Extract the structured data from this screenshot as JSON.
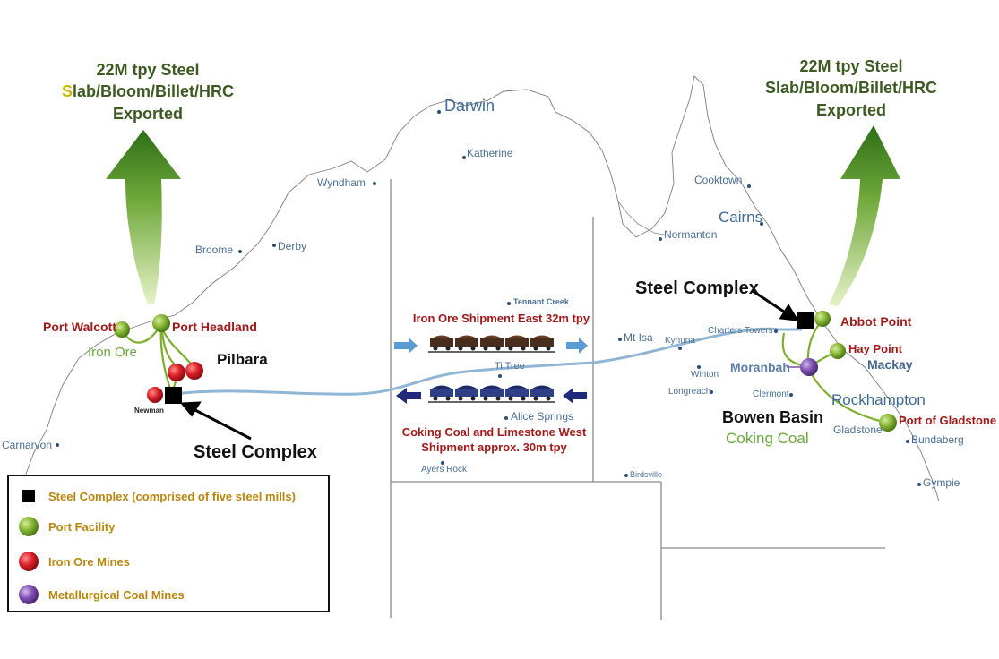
{
  "exports": {
    "west": {
      "line1": "22M tpy Steel",
      "line2_lead": "S",
      "line2_rest": "lab/Bloom/Billet/HRC",
      "line3": "Exported"
    },
    "east": {
      "line1": "22M tpy Steel",
      "line2": "Slab/Bloom/Billet/HRC",
      "line3": "Exported"
    }
  },
  "places": {
    "darwin": "Darwin",
    "katherine": "Katherine",
    "wyndham": "Wyndham",
    "broome": "Broome",
    "derby": "Derby",
    "carnarvon": "Carnarvon",
    "cooktown": "Cooktown",
    "cairns": "Cairns",
    "normanton": "Normanton",
    "tennant_creek": "Tennant Creek",
    "mt_isa": "Mt Isa",
    "kynuna": "Kynuna",
    "charters_towers": "Charters Towers",
    "winton": "Winton",
    "longreach": "Longreach",
    "clermont": "Clermont",
    "ti_tree": "Ti Tree",
    "alice_springs": "Alice Springs",
    "ayers_rock": "Ayers Rock",
    "birdsville": "Birdsville",
    "rockhampton": "Rockhampton",
    "gladstone": "Gladstone",
    "bundaberg": "Bundaberg",
    "gympie": "Gympie",
    "mackay": "Mackay",
    "newman": "Newman",
    "moranbah": "Moranbah"
  },
  "ports": {
    "port_walcott": "Port Walcott",
    "port_headland": "Port Headland",
    "abbot_point": "Abbot Point",
    "hay_point": "Hay Point",
    "port_of_gladstone": "Port of Gladstone"
  },
  "regions": {
    "iron_ore": "Iron Ore",
    "pilbara": "Pilbara",
    "bowen_basin": "Bowen Basin",
    "coking_coal": "Coking Coal"
  },
  "steel_complex_labels": {
    "west": "Steel Complex",
    "east": "Steel Complex"
  },
  "shipments": {
    "east": "Iron Ore Shipment East 32m tpy",
    "west_line1": "Coking Coal and Limestone West",
    "west_line2": "Shipment approx. 30m tpy"
  },
  "legend": [
    {
      "icon": "black-square-icon",
      "label": "Steel Complex (comprised of five steel mills)"
    },
    {
      "icon": "green-sphere-icon",
      "label": "Port Facility"
    },
    {
      "icon": "red-sphere-icon",
      "label": "Iron Ore Mines"
    },
    {
      "icon": "purple-sphere-icon",
      "label": "Metallurgical Coal Mines"
    }
  ],
  "colors": {
    "port_green": "#7fae2e",
    "iron_red": "#d0202a",
    "coal_purple": "#7a4fa5",
    "rail_blue": "#8fb6d4",
    "export_arrow": "#3f8a1f",
    "label_red": "#a11a1a",
    "legend_gold": "#b8860b"
  }
}
